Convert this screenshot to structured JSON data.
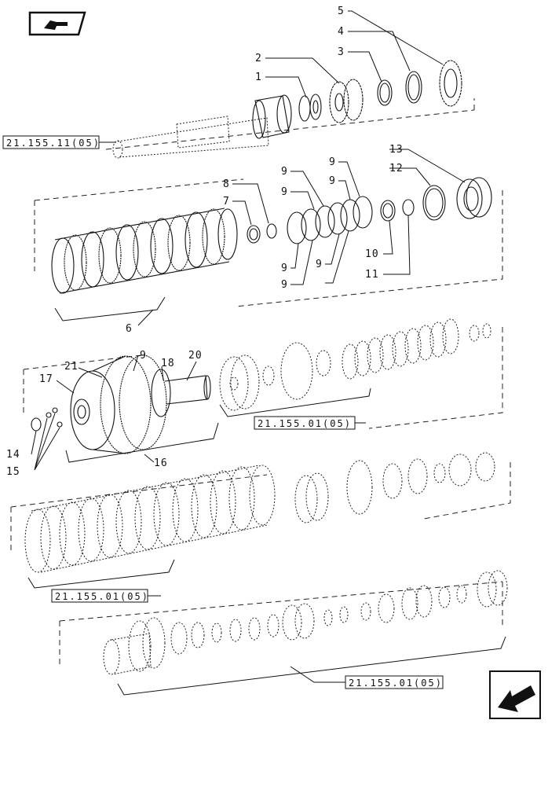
{
  "icons": {
    "prev": "back-arrow-icon",
    "next": "next-page-arrow-icon"
  },
  "refs": {
    "r1": "21.155.11(05)",
    "r2": "21.155.01(05)",
    "r3": "21.155.01(05)",
    "r4": "21.155.01(05)"
  },
  "labels": {
    "l5": "5",
    "l4": "4",
    "l3": "3",
    "l2": "2",
    "l1": "1",
    "l13": "13",
    "l12": "12",
    "l8": "8",
    "l7": "7",
    "l9a": "9",
    "l9b": "9",
    "l9c": "9",
    "l9d": "9",
    "l9e": "9",
    "l9f": "9",
    "l9g": "9",
    "l10": "10",
    "l11": "11",
    "l6": "6",
    "l9h": "9",
    "l21": "21",
    "l18": "18",
    "l20": "20",
    "l17": "17",
    "l14": "14",
    "l15": "15",
    "l16": "16"
  }
}
